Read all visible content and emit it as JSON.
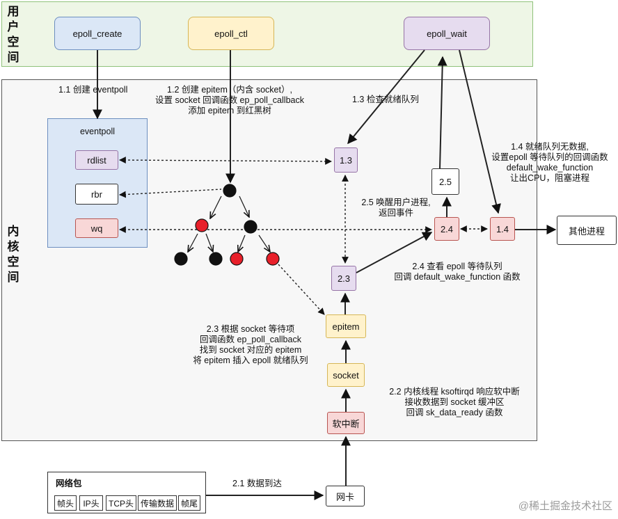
{
  "regions": {
    "user_space": "用户空间",
    "kernel_space": "内核空间"
  },
  "user_boxes": {
    "epoll_create": "epoll_create",
    "epoll_ctl": "epoll_ctl",
    "epoll_wait": "epoll_wait"
  },
  "eventpoll": {
    "title": "eventpoll",
    "rdlist": "rdlist",
    "rbr": "rbr",
    "wq": "wq"
  },
  "nodes": {
    "n13": "1.3",
    "n14": "1.4",
    "n23": "2.3",
    "n24": "2.4",
    "n25": "2.5",
    "epitem": "epitem",
    "socket": "socket",
    "softirq": "软中断",
    "nic": "网卡",
    "other_process": "其他进程"
  },
  "steps": {
    "s11": "1.1 创建 eventpoll",
    "s12": [
      "1.2 创建 epitem（内含 socket）,",
      "设置 socket 回调函数 ep_poll_callback",
      "添加 epitem 到红黑树"
    ],
    "s13": "1.3 检查就绪队列",
    "s14": [
      "1.4 就绪队列无数据,",
      "设置epoll 等待队列的回调函数",
      "default_wake_function",
      "让出CPU，阻塞进程"
    ],
    "s25": [
      "2.5 唤醒用户进程,",
      "返回事件"
    ],
    "s24": [
      "2.4 查看 epoll 等待队列",
      "回调 default_wake_function 函数"
    ],
    "s23": [
      "2.3 根据 socket 等待项",
      "回调函数 ep_poll_callback",
      "找到 socket 对应的 epitem",
      "将 epitem 插入 epoll 就绪队列"
    ],
    "s22": [
      "2.2 内核线程 ksoftirqd 响应软中断",
      "接收数据到 socket 缓冲区",
      "回调 sk_data_ready 函数"
    ],
    "s21": "2.1 数据到达"
  },
  "packet": {
    "title": "网络包",
    "fields": [
      "帧头",
      "IP头",
      "TCP头",
      "传输数据",
      "帧尾"
    ]
  },
  "watermark": "@稀土掘金技术社区",
  "colors": {
    "red_node": "#e8202a",
    "black_node": "#111111",
    "user_region": "#eef6e6",
    "kernel_region": "#f7f7f7"
  }
}
